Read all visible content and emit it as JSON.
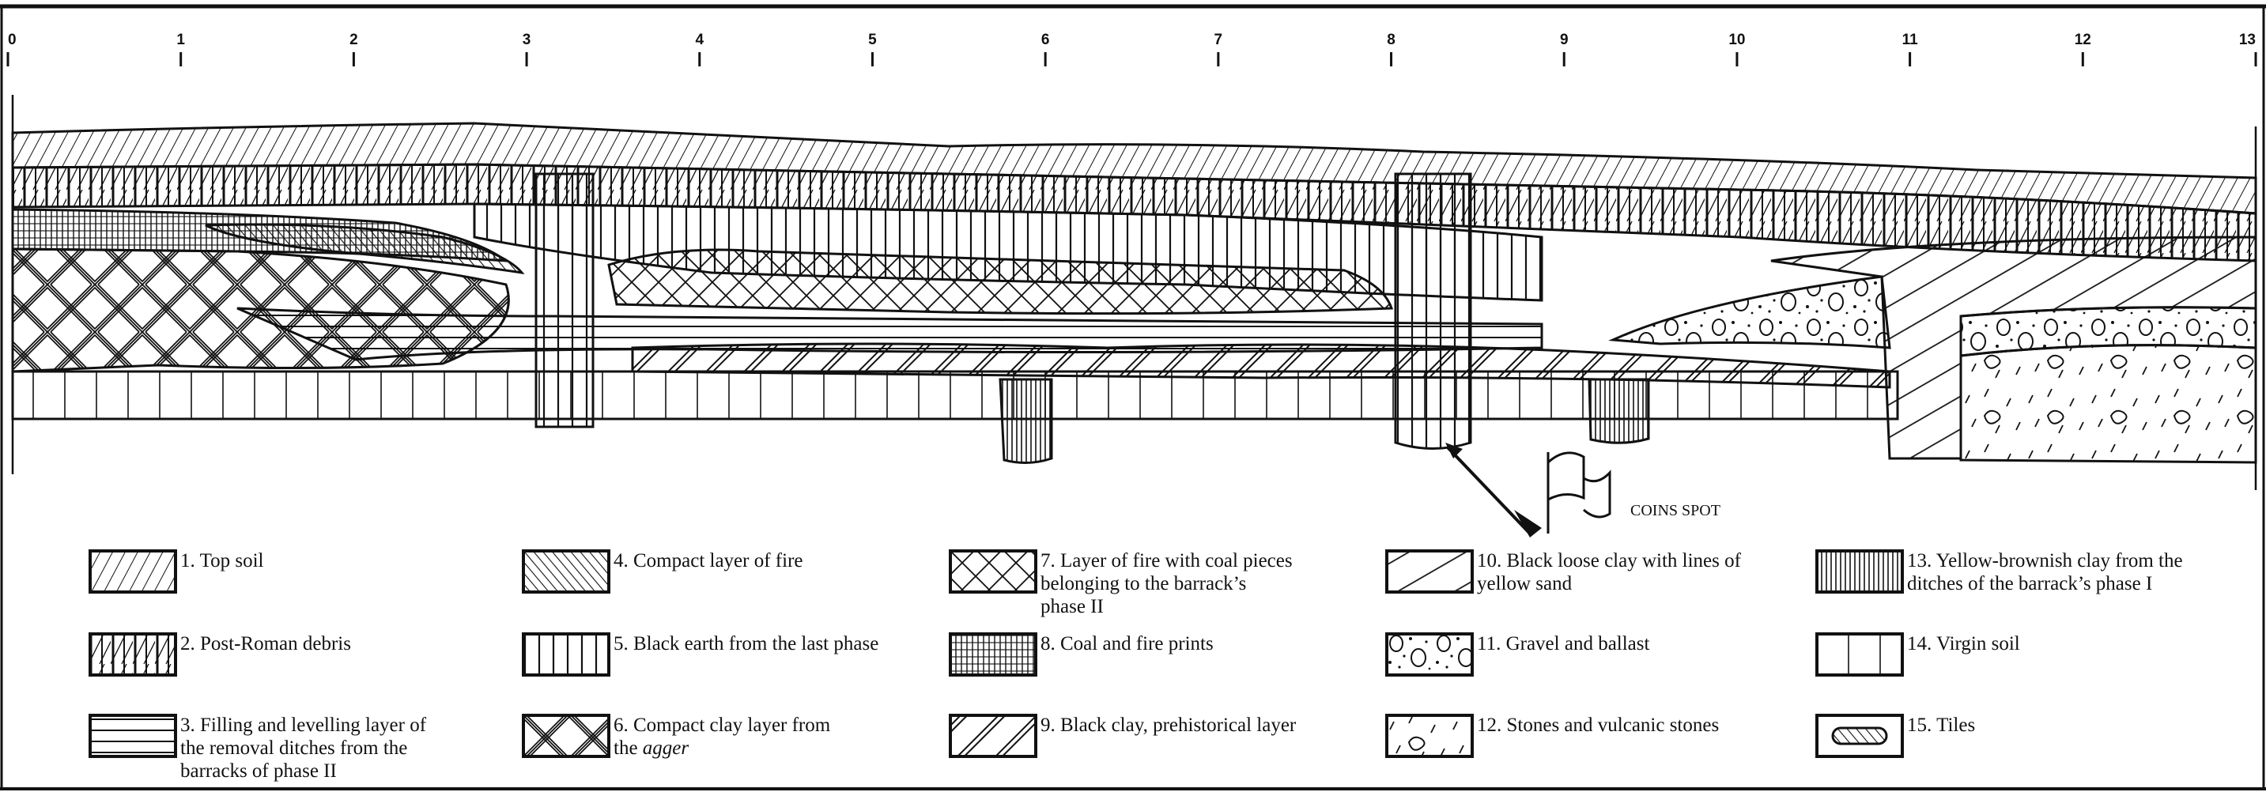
{
  "figure": {
    "type": "stratigraphic section drawing",
    "scale": {
      "unit_labels": [
        "0",
        "1",
        "2",
        "3",
        "4",
        "5",
        "6",
        "7",
        "8",
        "9",
        "10",
        "11",
        "12",
        "13"
      ]
    },
    "annotation": {
      "label": "COINS SPOT",
      "icon": "flag-icon",
      "pointer": "arrow-icon"
    }
  },
  "legend": {
    "items": [
      {
        "number": "1.",
        "label": "Top soil",
        "pattern": "diagonal-hatch-dense"
      },
      {
        "number": "2.",
        "label": "Post-Roman debris",
        "pattern": "vertical-diagonal-hatch"
      },
      {
        "number": "3.",
        "label": "Filling and levelling layer of\nthe removal ditches from the\nbarracks of phase II",
        "pattern": "horizontal-lines"
      },
      {
        "number": "4.",
        "label": "Compact layer of fire",
        "pattern": "short-diagonal-strokes"
      },
      {
        "number": "5.",
        "label": "Black earth from the last phase",
        "pattern": "vertical-lines"
      },
      {
        "number": "6.",
        "label": "Compact clay layer from\nthe ",
        "label_italic": "agger",
        "pattern": "double-cross-hatch"
      },
      {
        "number": "7.",
        "label": "Layer of fire with coal pieces\nbelonging to the barrack’s\nphase II",
        "pattern": "cross-hatch"
      },
      {
        "number": "8.",
        "label": "Coal and fire prints",
        "pattern": "grid-dense"
      },
      {
        "number": "9.",
        "label": "Black clay, prehistorical layer",
        "pattern": "double-diagonal-lines"
      },
      {
        "number": "10.",
        "label": "Black loose clay with lines of\nyellow sand",
        "pattern": "wide-diagonal-lines"
      },
      {
        "number": "11.",
        "label": "Gravel and ballast",
        "pattern": "pebbles-dots"
      },
      {
        "number": "12.",
        "label": "Stones and vulcanic stones",
        "pattern": "stones-dashes"
      },
      {
        "number": "13.",
        "label": "Yellow-brownish clay from the\nditches of the barrack’s phase I",
        "pattern": "vertical-lines-dense"
      },
      {
        "number": "14.",
        "label": "Virgin soil",
        "pattern": "vertical-lines-wide"
      },
      {
        "number": "15.",
        "label": "Tiles",
        "pattern": "tile-shape"
      }
    ]
  }
}
